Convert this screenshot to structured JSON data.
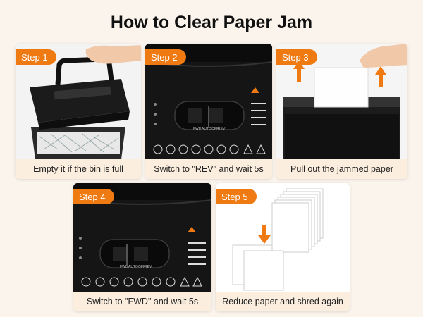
{
  "title": "How to Clear Paper Jam",
  "accent_color": "#f07a12",
  "steps": [
    {
      "badge": "Step 1",
      "caption": "Empty it if the bin is full"
    },
    {
      "badge": "Step 2",
      "caption": "Switch to \"REV\" and wait 5s"
    },
    {
      "badge": "Step 3",
      "caption": "Pull out the jammed paper"
    },
    {
      "badge": "Step 4",
      "caption": "Switch to \"FWD\" and wait 5s"
    },
    {
      "badge": "Step 5",
      "caption": "Reduce paper and shred again"
    }
  ],
  "switch_labels": {
    "rev_panel": [
      "FWD",
      "AUTO",
      "OFF",
      "REV"
    ],
    "fwd_panel": [
      "FWD",
      "AUTO",
      "OFF",
      "REV"
    ]
  }
}
